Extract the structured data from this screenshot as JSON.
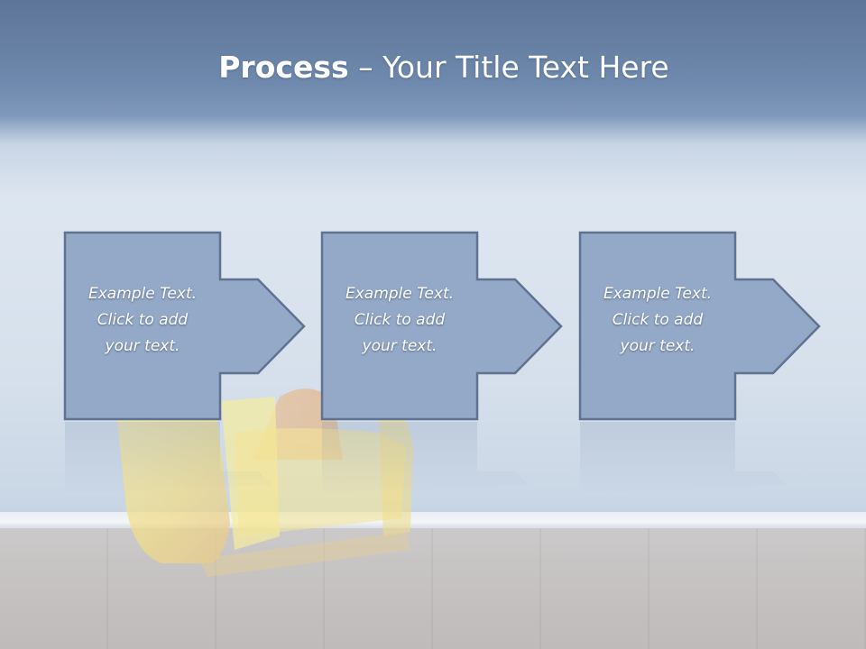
{
  "title": {
    "bold": "Process",
    "rest": " – Your Title Text Here"
  },
  "steps": [
    {
      "text": "Example Text.\nClick  to add\nyour text."
    },
    {
      "text": "Example Text.\nClick  to add\nyour text."
    },
    {
      "text": "Example Text.\nClick  to add\nyour text."
    }
  ],
  "colors": {
    "shape_fill": "#94a9c8",
    "shape_stroke": "#5f7290",
    "title_text": "#ffffff"
  }
}
